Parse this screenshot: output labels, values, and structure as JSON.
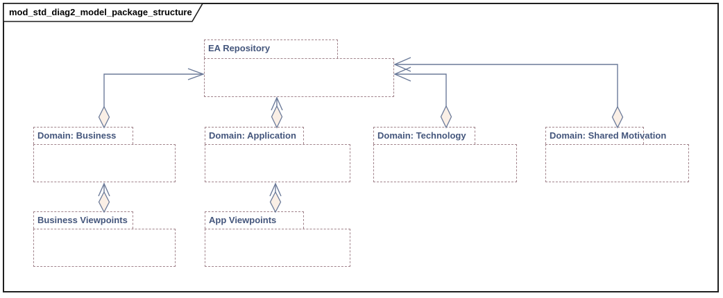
{
  "frame": {
    "title": "mod_std_diag2_model_package_structure"
  },
  "packages": [
    {
      "name": "EA Repository"
    },
    {
      "name": "Domain: Business"
    },
    {
      "name": "Domain: Application"
    },
    {
      "name": "Domain: Technology"
    },
    {
      "name": "Domain: Shared Motivation"
    },
    {
      "name": "Business Viewpoints"
    },
    {
      "name": "App Viewpoints"
    }
  ],
  "connectors": [
    {
      "from": "Domain: Business",
      "to": "EA Repository",
      "style": "aggregation-diamond-open-arrow"
    },
    {
      "from": "Domain: Application",
      "to": "EA Repository",
      "style": "aggregation-diamond-open-arrow"
    },
    {
      "from": "Domain: Technology",
      "to": "EA Repository",
      "style": "aggregation-diamond-open-arrow"
    },
    {
      "from": "Domain: Shared Motivation",
      "to": "EA Repository",
      "style": "aggregation-diamond-open-arrow"
    },
    {
      "from": "Business Viewpoints",
      "to": "Domain: Business",
      "style": "aggregation-diamond-open-arrow"
    },
    {
      "from": "App Viewpoints",
      "to": "Domain: Application",
      "style": "aggregation-diamond-open-arrow"
    }
  ],
  "colors": {
    "package_border": "#A0828A",
    "package_label": "#44567C",
    "connector_line": "#6B7A99",
    "diamond_fill": "#FAEFE6",
    "frame_border": "#1F1F1F",
    "background": "#FFFFFF"
  }
}
